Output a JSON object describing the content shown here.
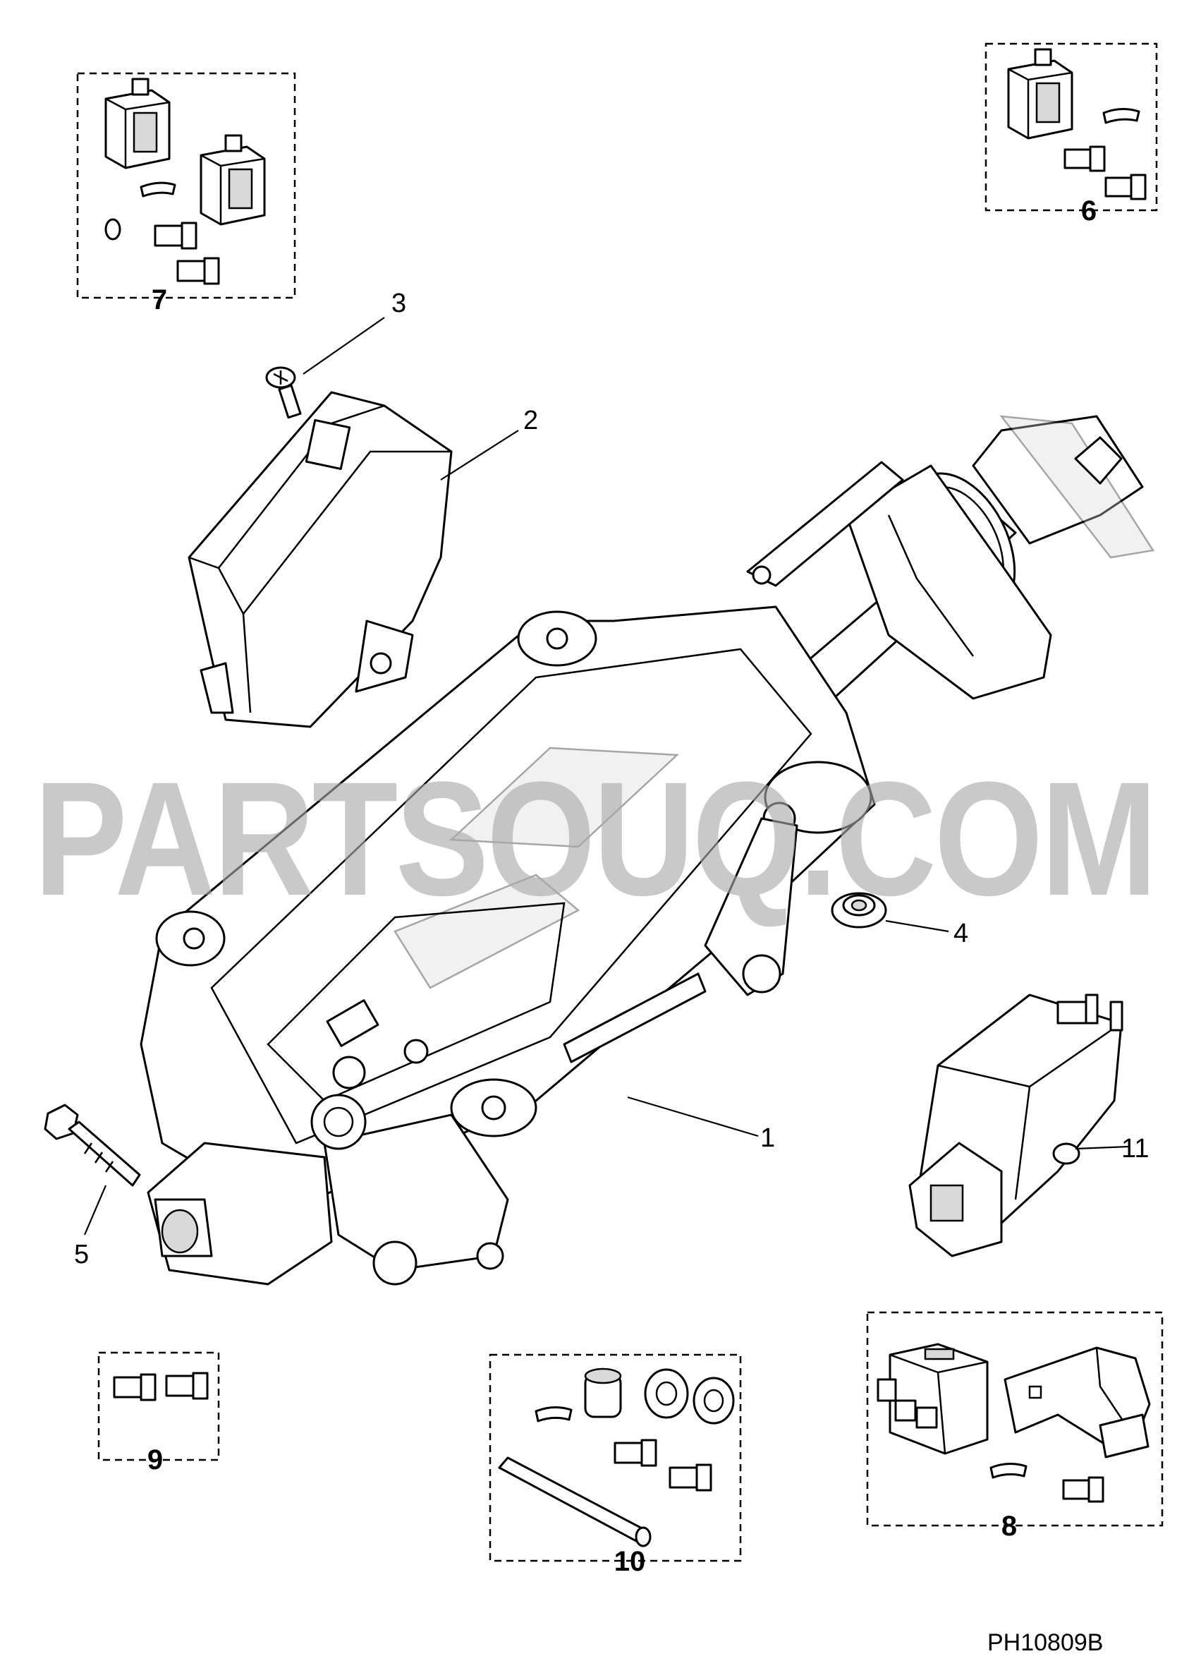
{
  "diagram": {
    "reference_code": "PH10809B",
    "watermark": "PARTSOUQ.COM",
    "callouts": [
      {
        "id": "c1",
        "label": "1"
      },
      {
        "id": "c2",
        "label": "2"
      },
      {
        "id": "c3",
        "label": "3"
      },
      {
        "id": "c4",
        "label": "4"
      },
      {
        "id": "c5",
        "label": "5"
      },
      {
        "id": "c6",
        "label": "6"
      },
      {
        "id": "c7",
        "label": "7"
      },
      {
        "id": "c8",
        "label": "8"
      },
      {
        "id": "c9",
        "label": "9"
      },
      {
        "id": "c10",
        "label": "10"
      },
      {
        "id": "c11",
        "label": "11"
      }
    ]
  }
}
